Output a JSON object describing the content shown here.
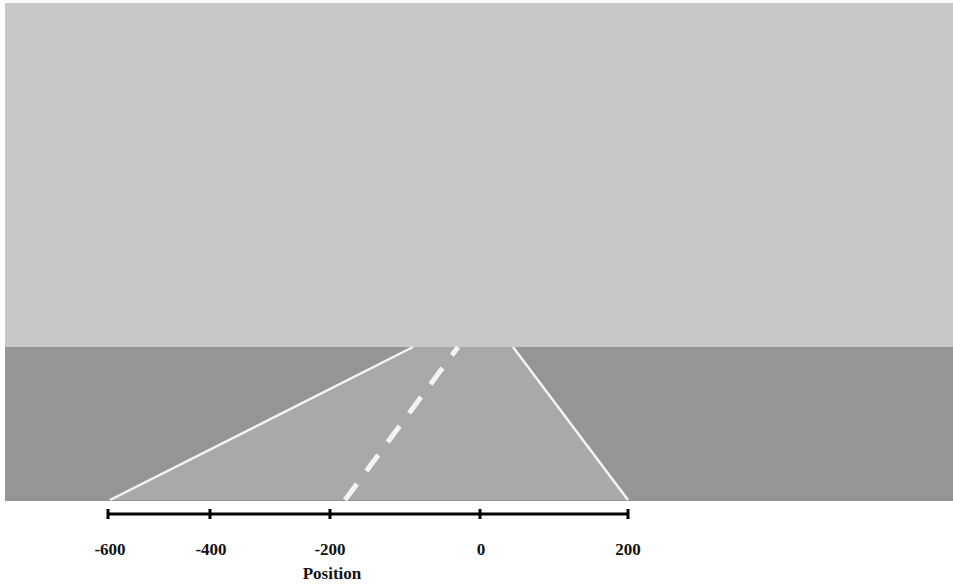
{
  "diagram": {
    "labels": [
      "-600",
      "-400",
      "-200",
      "0",
      "200",
      "Position"
    ]
  }
}
